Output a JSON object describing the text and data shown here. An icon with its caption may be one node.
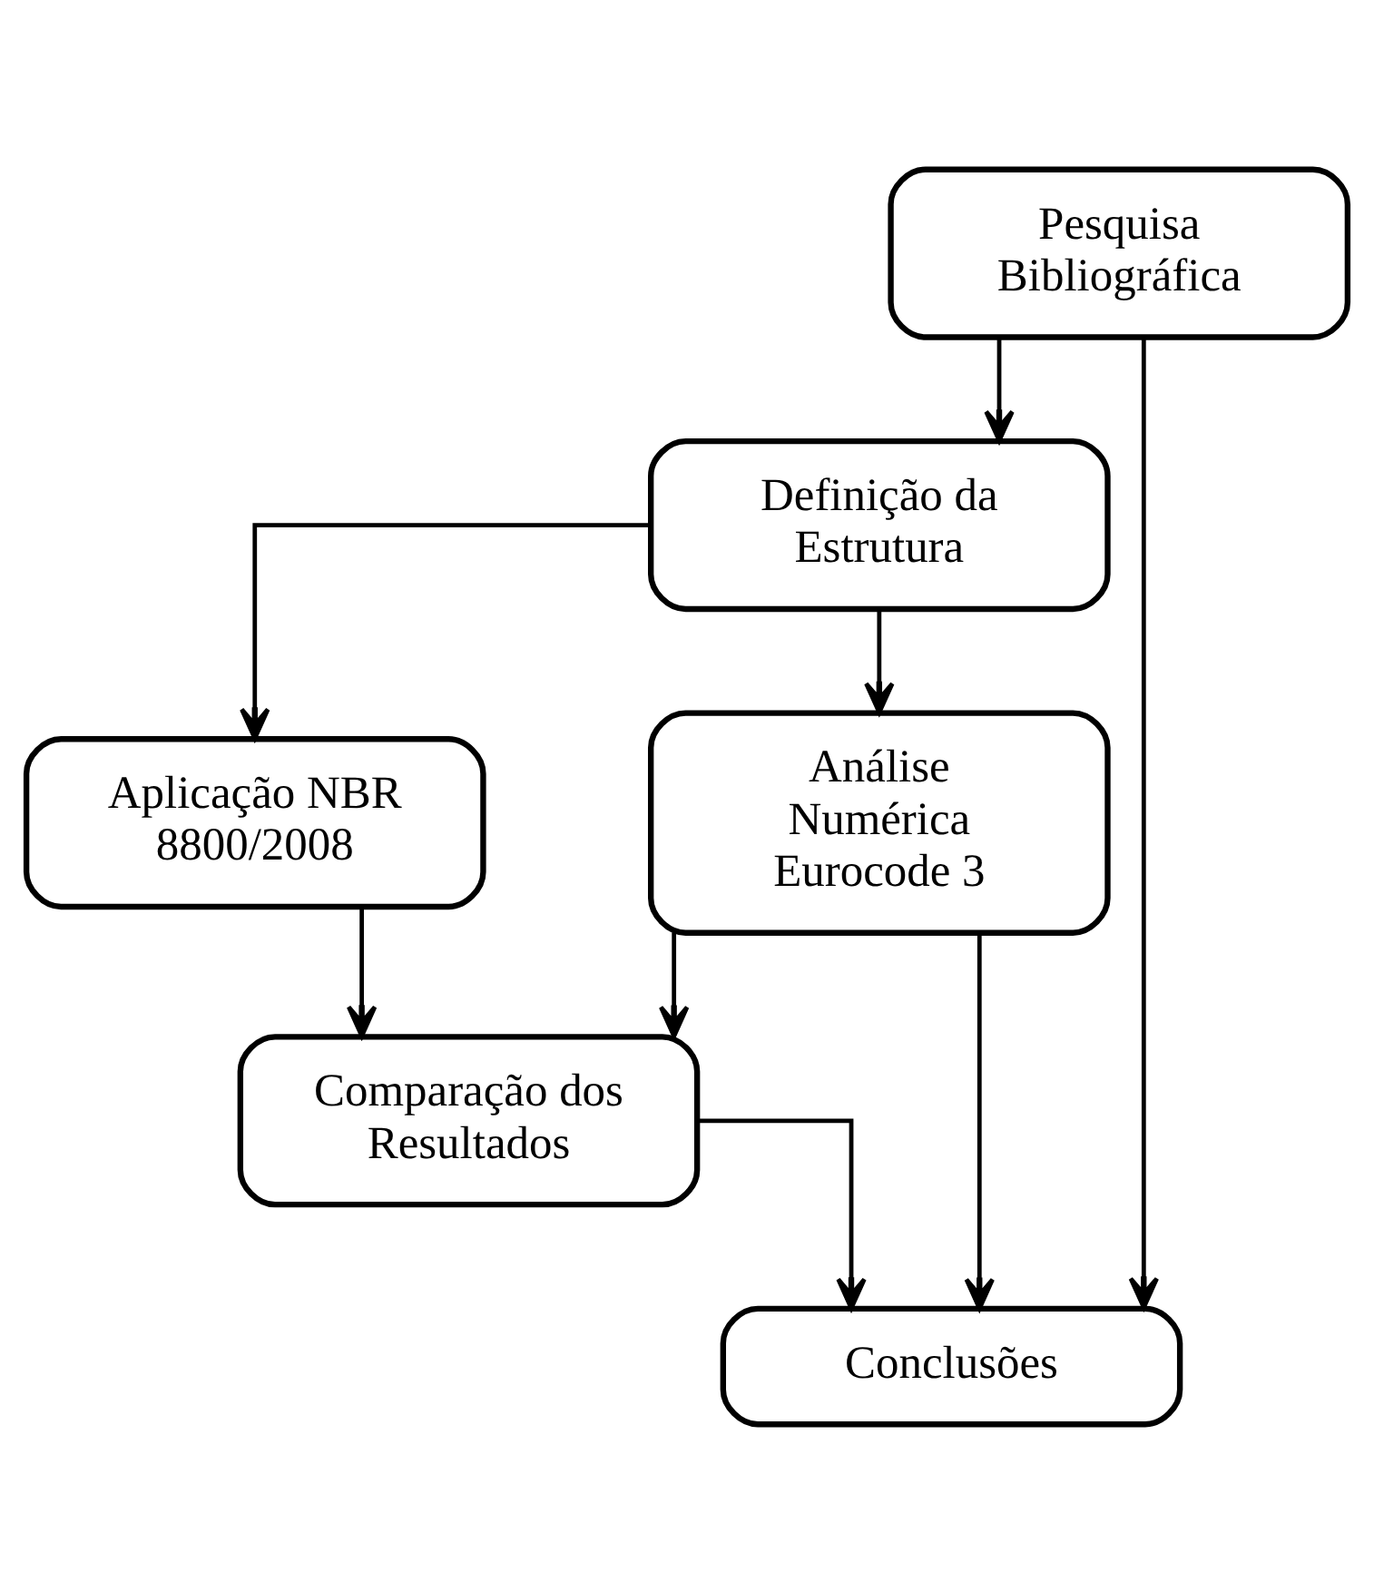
{
  "diagram": {
    "nodes": [
      {
        "text": [
          "Pesquisa Bibliográfica"
        ]
      },
      {
        "text": [
          "Definição da Estrutura"
        ]
      },
      {
        "text": [
          "Aplicação NBR 8800/2008"
        ]
      },
      {
        "text": [
          "Análise Numérica Eurocode 3"
        ]
      },
      {
        "text": [
          "Comparação dos Resultados"
        ]
      },
      {
        "text": [
          "Conclusões"
        ]
      }
    ],
    "edges": [
      {
        "from": 0,
        "to": 1,
        "arrow": "to"
      },
      {
        "from": 1,
        "to": 2,
        "arrow": "to"
      },
      {
        "from": 1,
        "to": 3,
        "arrow": "to"
      },
      {
        "from": 2,
        "to": 4,
        "arrow": "to"
      },
      {
        "from": 3,
        "to": 4,
        "arrow": "to"
      },
      {
        "from": 4,
        "to": 5,
        "arrow": "to"
      },
      {
        "from": 0,
        "to": 5,
        "arrow": "to"
      },
      {
        "from": 3,
        "to": 5,
        "arrow": "to"
      }
    ]
  }
}
